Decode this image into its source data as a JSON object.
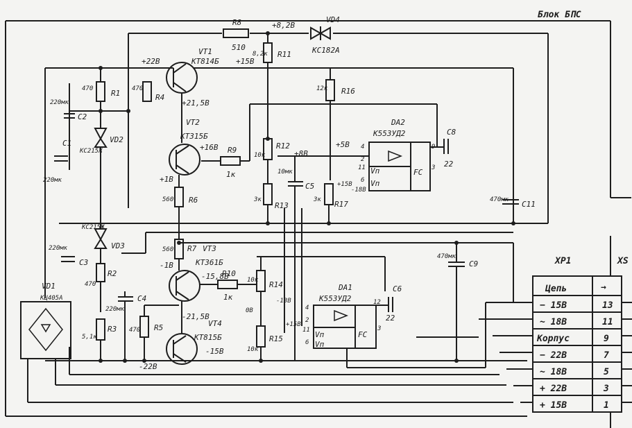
{
  "block_title": "Блок БПС",
  "resistors": {
    "R1": {
      "ref": "R1",
      "val": "470"
    },
    "R2": {
      "ref": "R2",
      "val": "470"
    },
    "R3": {
      "ref": "R3",
      "val": "5,1к"
    },
    "R4": {
      "ref": "R4",
      "val": "470"
    },
    "R5": {
      "ref": "R5",
      "val": "470"
    },
    "R6": {
      "ref": "R6",
      "val": "560"
    },
    "R7": {
      "ref": "R7",
      "val": "560"
    },
    "R8": {
      "ref": "R8",
      "val": "510"
    },
    "R9": {
      "ref": "R9",
      "val": "1к"
    },
    "R10": {
      "ref": "R10",
      "val": "1к"
    },
    "R11": {
      "ref": "R11",
      "val": "8,2к"
    },
    "R12": {
      "ref": "R12",
      "val": "10к"
    },
    "R13": {
      "ref": "R13",
      "val": "3к"
    },
    "R14": {
      "ref": "R14",
      "val": "10к"
    },
    "R15": {
      "ref": "R15",
      "val": "10к"
    },
    "R16": {
      "ref": "R16",
      "val": "12к"
    },
    "R17": {
      "ref": "R17",
      "val": "3к"
    }
  },
  "capacitors": {
    "C1": {
      "ref": "C1",
      "val": "220мк"
    },
    "C2": {
      "ref": "C2",
      "val": "220мк"
    },
    "C3": {
      "ref": "C3",
      "val": "220мк"
    },
    "C4": {
      "ref": "C4",
      "val": "220мк"
    },
    "C5": {
      "ref": "C5",
      "val": "10мк"
    },
    "C6": {
      "ref": "C6",
      "val": "22"
    },
    "C8": {
      "ref": "C8",
      "val": "22"
    },
    "C9": {
      "ref": "C9",
      "val": "470мк"
    },
    "C11": {
      "ref": "C11",
      "val": "470мк"
    }
  },
  "transistors": {
    "VT1": {
      "ref": "VT1",
      "type": "КТ814Б"
    },
    "VT2": {
      "ref": "VT2",
      "type": "КТ315Б"
    },
    "VT3": {
      "ref": "VT3",
      "type": "КТ361Б"
    },
    "VT4": {
      "ref": "VT4",
      "type": "КТ815Б"
    }
  },
  "diodes": {
    "VD1": {
      "ref": "VD1",
      "type": "КЦ405А"
    },
    "VD2": {
      "ref": "VD2",
      "type": "КС215Ж"
    },
    "VD3": {
      "ref": "VD3",
      "type": "КС215Ж"
    },
    "VD4": {
      "ref": "VD4",
      "type": "КС182А"
    }
  },
  "opamps": {
    "DA1": {
      "ref": "DA1",
      "type": "К553УД2"
    },
    "DA2": {
      "ref": "DA2",
      "type": "К553УД2"
    }
  },
  "voltages": {
    "p82": "+8,2В",
    "p22": "+22В",
    "p15": "+15В",
    "p215": "+21,5В",
    "p16": "+16В",
    "p1": "+1В",
    "p8": "+8В",
    "p5": "+5В",
    "p158": "+15В",
    "m18": "-18В",
    "m1": "-1В",
    "m158": "-15,8В",
    "m215": "-21,5В",
    "m22": "-22В",
    "m15": "-15В",
    "m13": "-13В",
    "zero": "0В",
    "p15b": "+15В"
  },
  "connector": {
    "ref": "XP1",
    "ref2": "XS",
    "header_circuit": "Цепь",
    "header_symbol": "→",
    "rows": [
      {
        "label": "− 15В",
        "pin": "13"
      },
      {
        "label": "~ 18В",
        "pin": "11"
      },
      {
        "label": "Корпус",
        "pin": "9"
      },
      {
        "label": "− 22В",
        "pin": "7"
      },
      {
        "label": "~ 18В",
        "pin": "5"
      },
      {
        "label": "+ 22В",
        "pin": "3"
      },
      {
        "label": "+ 15В",
        "pin": "1"
      }
    ]
  },
  "opamp_pins": {
    "vp": "Vп",
    "fc": "FC",
    "p2": "2",
    "p3": "3",
    "p4": "4",
    "p6": "6",
    "p9": "9",
    "p11": "11",
    "p12": "12"
  }
}
